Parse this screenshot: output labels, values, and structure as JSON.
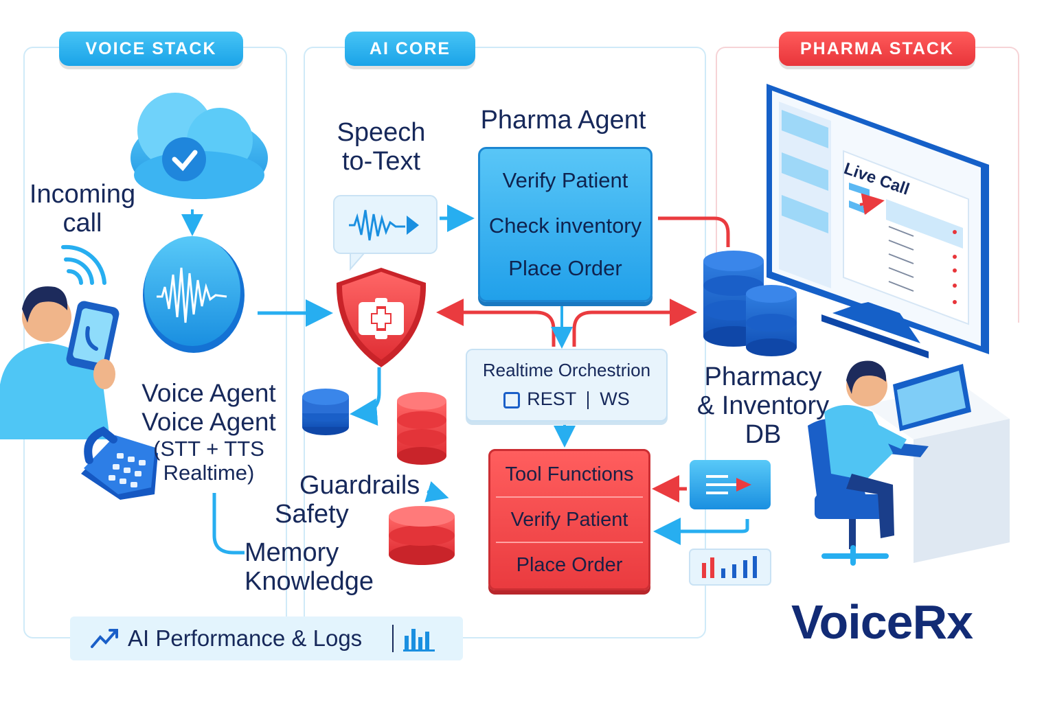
{
  "sections": {
    "voice": "VOICE STACK",
    "ai": "AI CORE",
    "pharma": "PHARMA STACK"
  },
  "labels": {
    "incoming_call": [
      "Incoming",
      "call"
    ],
    "speech_to_text": [
      "Speech",
      "to-Text"
    ],
    "voice_agent": [
      "Voice Agent",
      "Voice Agent",
      "(STT + TTS",
      "Realtime)"
    ],
    "guardrails": [
      "Guardrails",
      "Safety"
    ],
    "memory": [
      "Memory",
      "Knowledge"
    ],
    "pharmacy_db": [
      "Pharmacy",
      "& Inventory",
      "DB"
    ]
  },
  "pharma_agent": {
    "title": "Pharma Agent",
    "items": [
      "Verify Patient",
      "Check inventory",
      "Place Order"
    ]
  },
  "orchestration": {
    "title": "Realtime Orchestrion",
    "rest": "REST",
    "ws": "WS"
  },
  "tool_functions": {
    "items": [
      "Tool Functions",
      "Verify Patient",
      "Place Order"
    ]
  },
  "monitor": {
    "title": "Live Call"
  },
  "footer": {
    "perf": "AI Performance & Logs"
  },
  "brand": "VoiceRx",
  "colors": {
    "blue": "#1aa3e8",
    "red": "#e8353a",
    "navy": "#16285a",
    "brand": "#122b75"
  }
}
